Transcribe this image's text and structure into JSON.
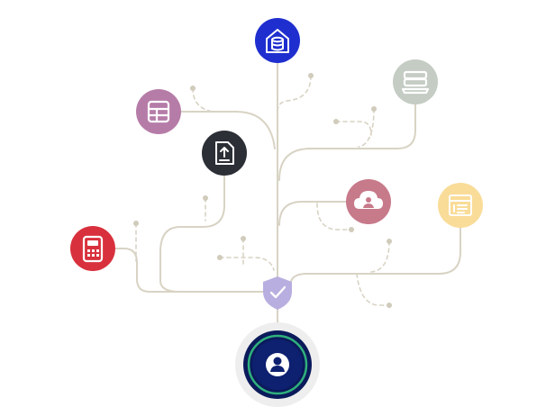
{
  "colors": {
    "line": "#d8d3c4",
    "dot": "#d0cbbb",
    "shield": "#b9aee0",
    "hub_ring": "#eeeeee",
    "hub_outer": "#0b1a5a",
    "hub_accent": "#2fb07c"
  },
  "nodes": [
    {
      "id": "top",
      "icon": "database-building-icon",
      "color": "#1f2fcf"
    },
    {
      "id": "table",
      "icon": "table-grid-icon",
      "color": "#b67ca8"
    },
    {
      "id": "upload",
      "icon": "file-upload-icon",
      "color": "#2c2f36"
    },
    {
      "id": "storage",
      "icon": "storage-stack-icon",
      "color": "#c4ccc4"
    },
    {
      "id": "cloud",
      "icon": "cloud-user-icon",
      "color": "#c77a8a"
    },
    {
      "id": "browser",
      "icon": "browser-window-icon",
      "color": "#f9dc98"
    },
    {
      "id": "pos",
      "icon": "payment-terminal-icon",
      "color": "#d8313d"
    }
  ],
  "hub": {
    "icon": "user-icon"
  },
  "shield": {
    "icon": "shield-check-icon"
  }
}
